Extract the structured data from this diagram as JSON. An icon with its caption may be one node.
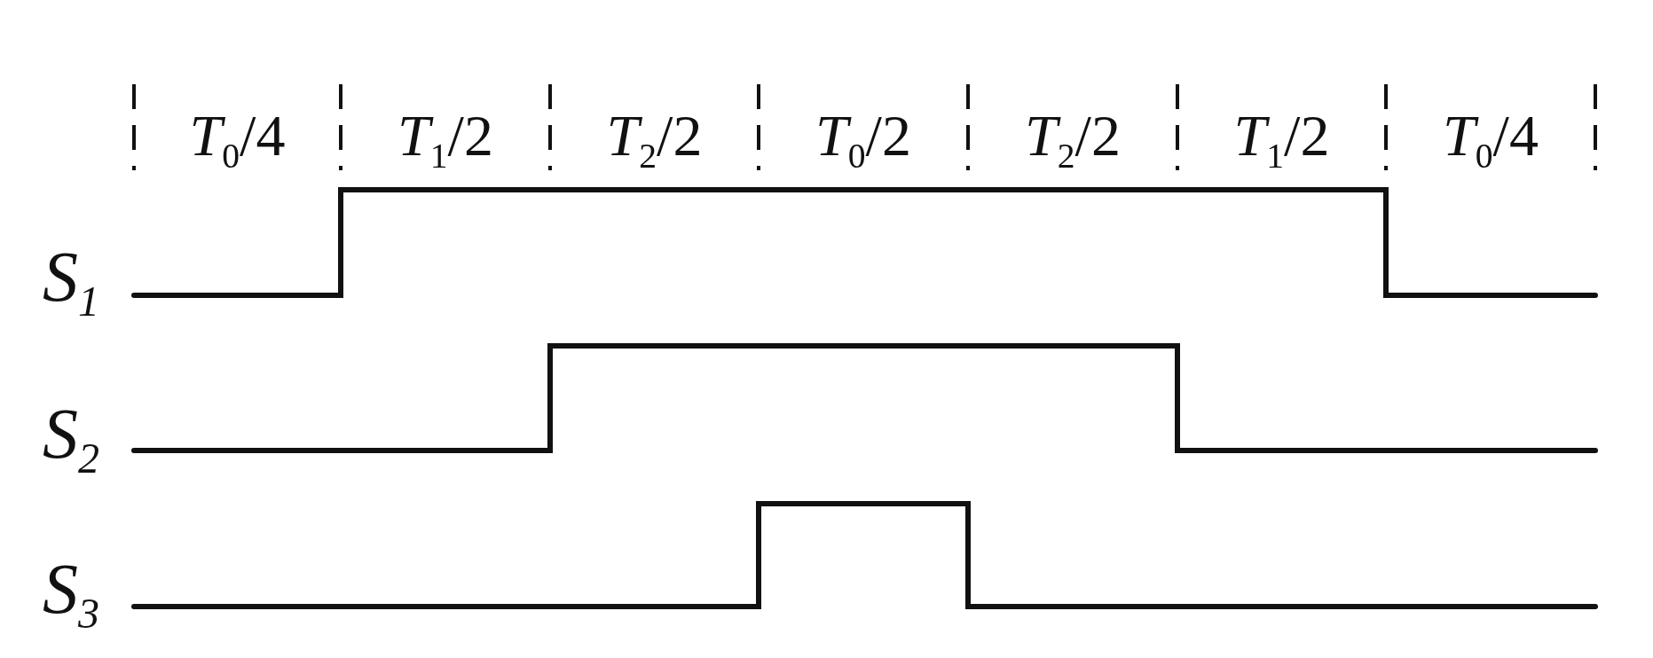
{
  "diagram": {
    "labels": [
      "*T*$_{0}$/4",
      "*T*$_{1}$/2",
      "*T*$_{2}$/2",
      "*T*$_{0}$/2",
      "*T*$_{2}$/2",
      "*T*$_{1}$/2",
      "*T*$_{0}$/4",
      "*S*$_{1}$",
      "*S*$_{2}$",
      "*S*$_{3}$"
    ]
  }
}
